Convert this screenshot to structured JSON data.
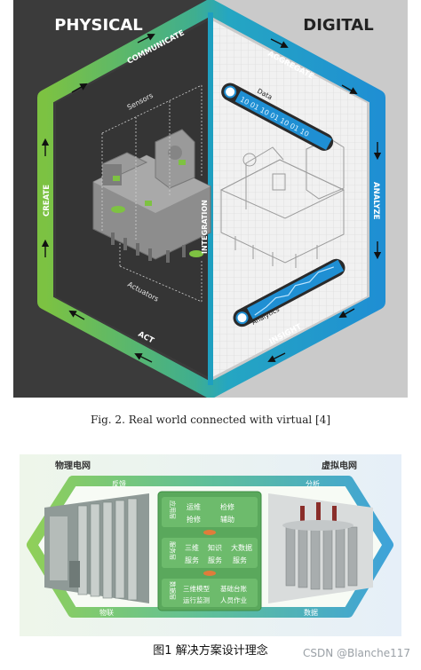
{
  "figure1": {
    "physical_title": "PHYSICAL",
    "digital_title": "DIGITAL",
    "ring_labels": {
      "communicate": "COMMUNICATE",
      "aggregate": "AGGREGATE",
      "create": "CREATE",
      "analyze": "ANALYZE",
      "act": "ACT",
      "insight": "INSIGHT"
    },
    "sensors": "Sensors",
    "actuators": "Actuators",
    "integration": "INTEGRATION",
    "data": "Data",
    "analytics": "Analytics",
    "data_bits": "10 01 10 01 10 01 10",
    "colors": {
      "left_bg": "#3c3c3c",
      "right_bg": "#c9c9c9",
      "green": "#79c043",
      "blue": "#1d8fd0"
    }
  },
  "caption1": "Fig. 2.  Real world connected with virtual [4]",
  "figure2": {
    "left_title": "物理电网",
    "right_title": "虚拟电网",
    "top_left": "反馈",
    "top_right": "分析",
    "bottom_left": "物联",
    "bottom_right": "数据",
    "rows": [
      {
        "side": "应用层",
        "items": [
          "运维",
          "检修",
          "抢修",
          "辅助"
        ]
      },
      {
        "side": "服务层",
        "items": [
          "三维",
          "知识",
          "大数据",
          "服务",
          "服务",
          "服务"
        ]
      },
      {
        "side": "数据层",
        "items": [
          "三维模型",
          "基础台账",
          "运行监测",
          "人员作业"
        ]
      }
    ]
  },
  "caption2": "图1 解决方案设计理念",
  "watermark": "CSDN @Blanche117"
}
